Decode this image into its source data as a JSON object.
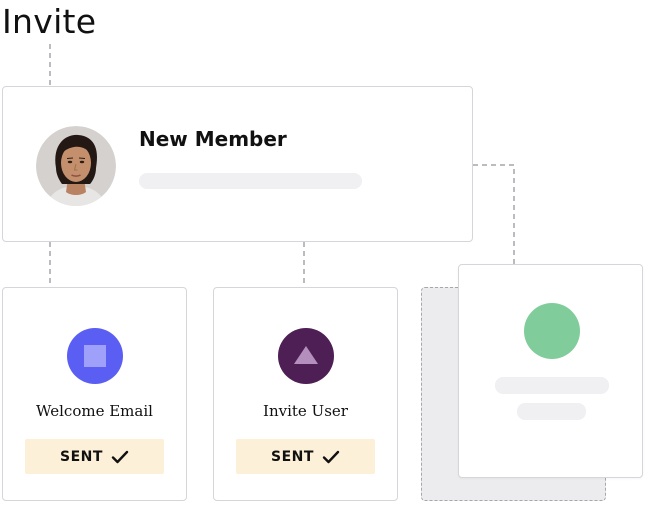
{
  "page": {
    "title": "Invite"
  },
  "member_card": {
    "name": "New Member"
  },
  "steps": [
    {
      "label": "Welcome Email",
      "icon": "square-icon",
      "icon_color": "#5b5ef2",
      "status": "SENT"
    },
    {
      "label": "Invite User",
      "icon": "triangle-icon",
      "icon_color": "#4e1f54",
      "status": "SENT"
    }
  ],
  "preview_card": {
    "circle_color": "#80cc9a"
  },
  "colors": {
    "card_border": "#d6d6da",
    "connector": "#a6a6ab",
    "badge_bg": "#fdf0d8",
    "placeholder": "#f0f0f2"
  }
}
